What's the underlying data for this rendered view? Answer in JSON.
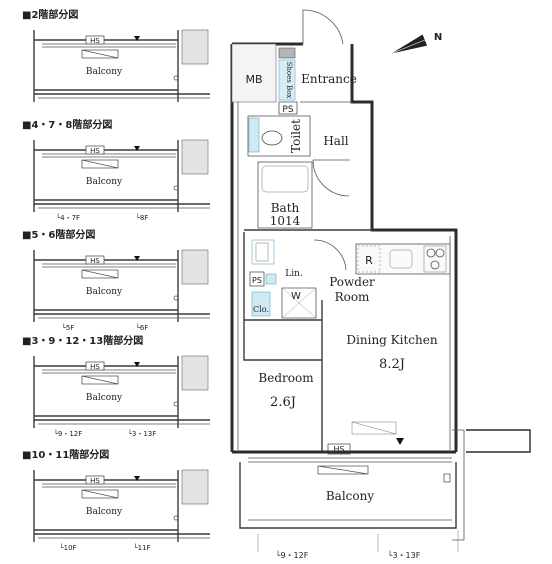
{
  "partials": [
    {
      "title": "■2階部分図",
      "hs": "HS",
      "balcony": "Balcony",
      "floor_marks": []
    },
    {
      "title": "■4・7・8階部分図",
      "hs": "HS",
      "balcony": "Balcony",
      "floor_marks": [
        "└4・7F",
        "└8F"
      ]
    },
    {
      "title": "■5・6階部分図",
      "hs": "HS",
      "balcony": "Balcony",
      "floor_marks": [
        "└5F",
        "└6F"
      ]
    },
    {
      "title": "■3・9・12・13階部分図",
      "hs": "HS",
      "balcony": "Balcony",
      "floor_marks": [
        "└9・12F",
        "└3・13F"
      ]
    },
    {
      "title": "■10・11階部分図",
      "hs": "HS",
      "balcony": "Balcony",
      "floor_marks": [
        "└10F",
        "└11F"
      ]
    }
  ],
  "main_plan": {
    "mb": "MB",
    "shoes_box": "Shoes Box",
    "entrance": "Entrance",
    "ps_top": "PS",
    "toilet": "Toilet",
    "hall": "Hall",
    "bath_line1": "Bath",
    "bath_line2": "1014",
    "ps_mid": "PS",
    "lin": "Lin.",
    "w": "W",
    "clo": "Clo.",
    "powder_line1": "Powder",
    "powder_line2": "Room",
    "r": "R",
    "dk_name": "Dining Kitchen",
    "dk_size": "8.2J",
    "bedroom_name": "Bedroom",
    "bedroom_size": "2.6J",
    "hs": "HS",
    "balcony": "Balcony",
    "floor_marks": [
      "└9・12F",
      "└3・13F"
    ]
  },
  "compass": {
    "label": "N",
    "icon": "north-arrow-icon"
  }
}
